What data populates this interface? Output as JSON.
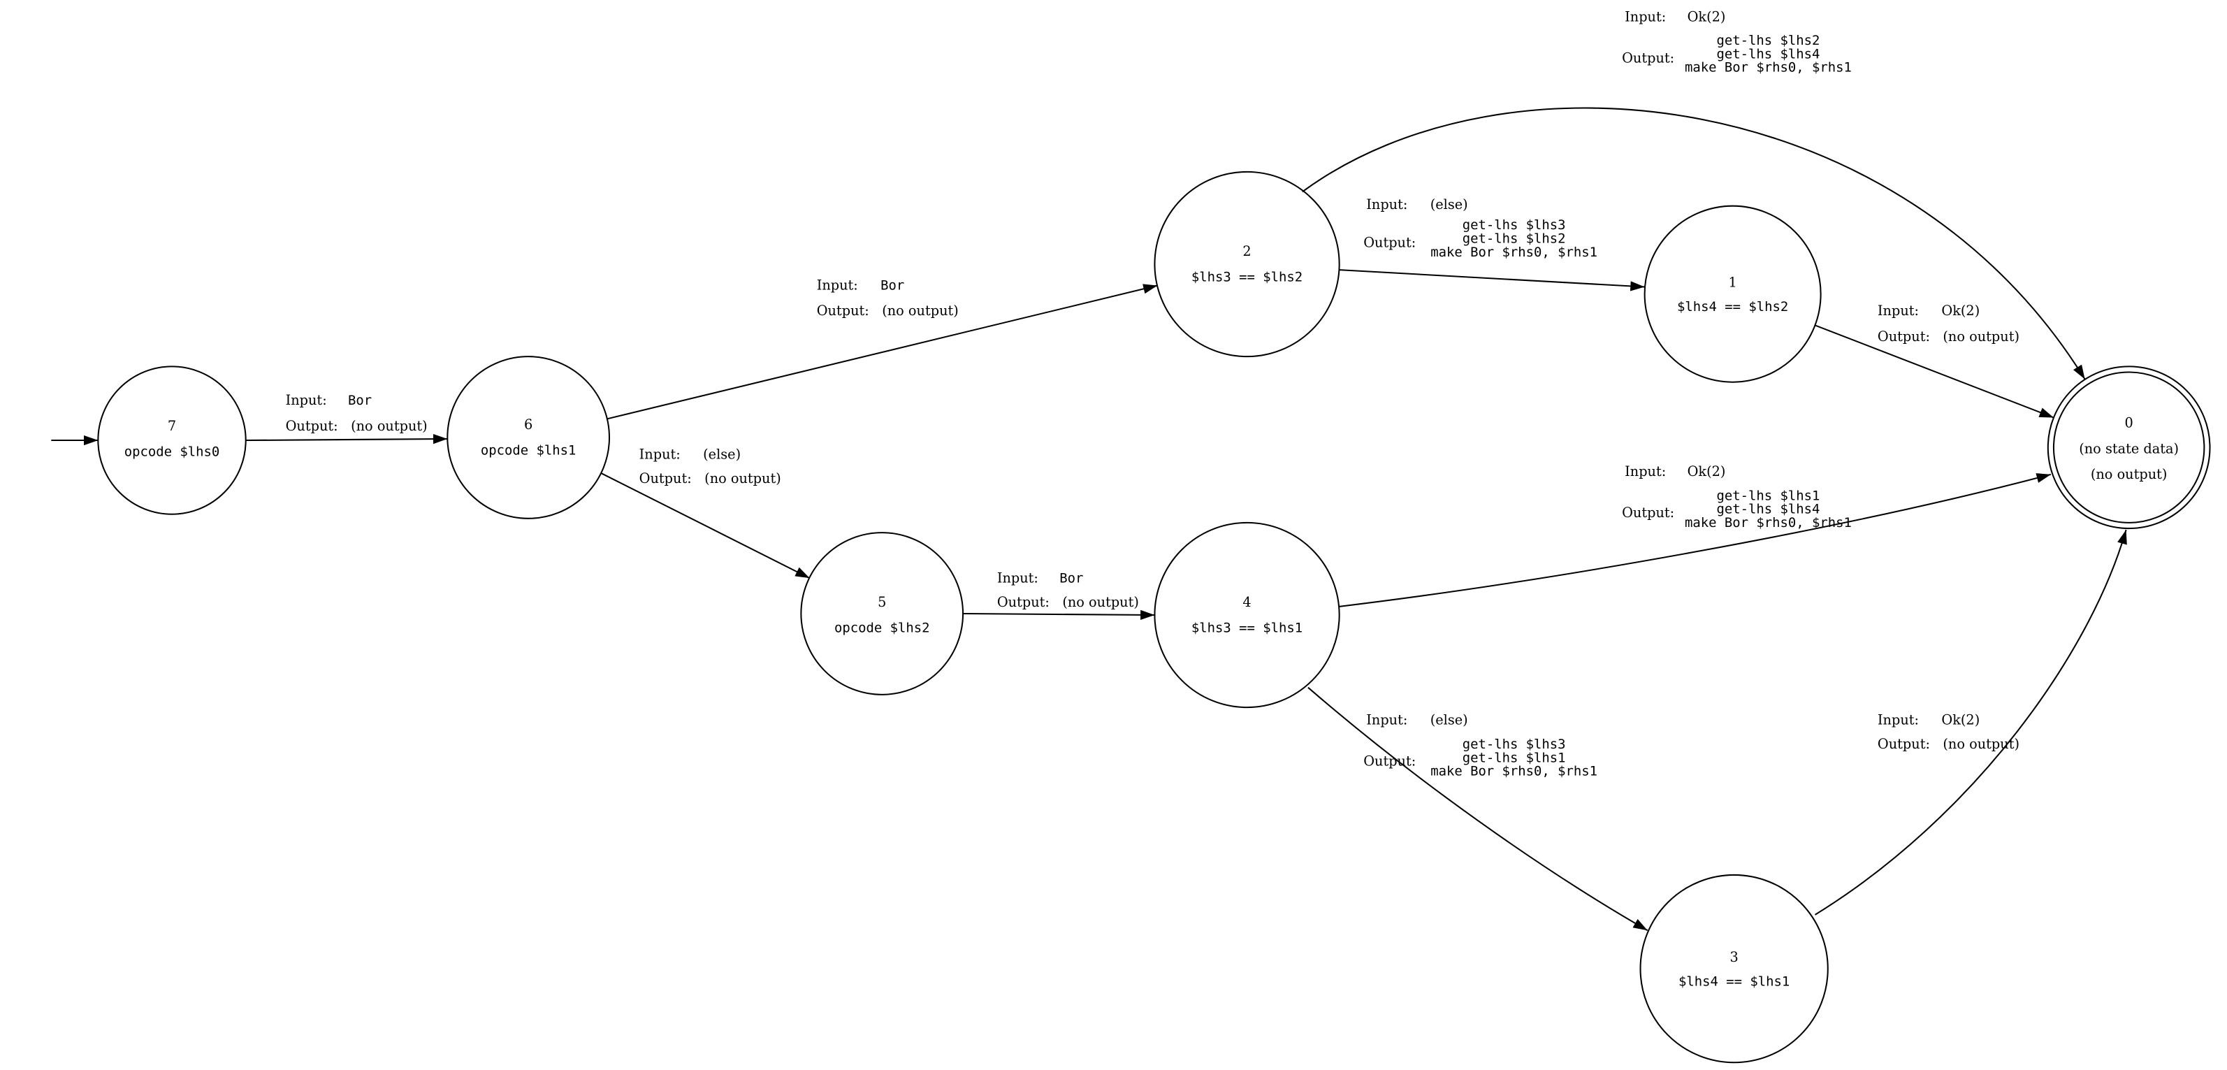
{
  "diagram": {
    "type": "state-machine",
    "style": {
      "stroke": "#000000",
      "background": "#ffffff"
    },
    "labels": {
      "input": "Input:",
      "output": "Output:"
    },
    "nodes": [
      {
        "id": "0",
        "label": "(no state data)",
        "sublabel": "(no output)",
        "accepting": true
      },
      {
        "id": "1",
        "label": "$lhs4 == $lhs2"
      },
      {
        "id": "2",
        "label": "$lhs3 == $lhs2"
      },
      {
        "id": "3",
        "label": "$lhs4 == $lhs1"
      },
      {
        "id": "4",
        "label": "$lhs3 == $lhs1"
      },
      {
        "id": "5",
        "label": "opcode $lhs2"
      },
      {
        "id": "6",
        "label": "opcode $lhs1"
      },
      {
        "id": "7",
        "label": "opcode $lhs0",
        "start": true
      }
    ],
    "edges": [
      {
        "from": "start",
        "to": "7"
      },
      {
        "from": "7",
        "to": "6",
        "input": "Bor",
        "output": [
          "(no output)"
        ]
      },
      {
        "from": "6",
        "to": "2",
        "input": "Bor",
        "output": [
          "(no output)"
        ]
      },
      {
        "from": "6",
        "to": "5",
        "input": "(else)",
        "output": [
          "(no output)"
        ]
      },
      {
        "from": "5",
        "to": "4",
        "input": "Bor",
        "output": [
          "(no output)"
        ]
      },
      {
        "from": "2",
        "to": "0",
        "input": "Ok(2)",
        "output": [
          "get-lhs $lhs2",
          "get-lhs $lhs4",
          "make Bor $rhs0, $rhs1"
        ]
      },
      {
        "from": "2",
        "to": "1",
        "input": "(else)",
        "output": [
          "get-lhs $lhs3",
          "get-lhs $lhs2",
          "make Bor $rhs0, $rhs1"
        ]
      },
      {
        "from": "1",
        "to": "0",
        "input": "Ok(2)",
        "output": [
          "(no output)"
        ]
      },
      {
        "from": "4",
        "to": "0",
        "input": "Ok(2)",
        "output": [
          "get-lhs $lhs1",
          "get-lhs $lhs4",
          "make Bor $rhs0, $rhs1"
        ]
      },
      {
        "from": "4",
        "to": "3",
        "input": "(else)",
        "output": [
          "get-lhs $lhs3",
          "get-lhs $lhs1",
          "make Bor $rhs0, $rhs1"
        ]
      },
      {
        "from": "3",
        "to": "0",
        "input": "Ok(2)",
        "output": [
          "(no output)"
        ]
      }
    ]
  }
}
